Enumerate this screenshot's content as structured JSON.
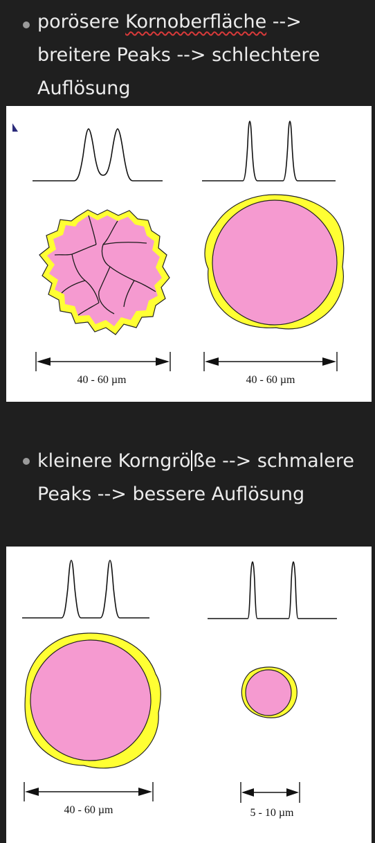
{
  "bullets": [
    {
      "text_before": "porösere ",
      "misspelled_word": "Kornoberfläche",
      "text_after": " --> breitere Peaks --> schlechtere Auflösung"
    },
    {
      "text_before_caret": "kleinere Korngrö",
      "text_after_caret": "ße --> schmalere Peaks --> bessere Auflösung"
    }
  ],
  "figures": [
    {
      "left_particle": "porous",
      "right_particle": "non-porous",
      "left_dimension": "40 - 60 µm",
      "right_dimension": "40 - 60 µm"
    },
    {
      "left_particle": "large",
      "right_particle": "small",
      "left_dimension": "40 - 60 µm",
      "right_dimension": "5 - 10 µm"
    }
  ],
  "colors": {
    "particle_fill": "#f59ad0",
    "particle_coating": "#ffff33",
    "background": "#1f1f1f"
  }
}
